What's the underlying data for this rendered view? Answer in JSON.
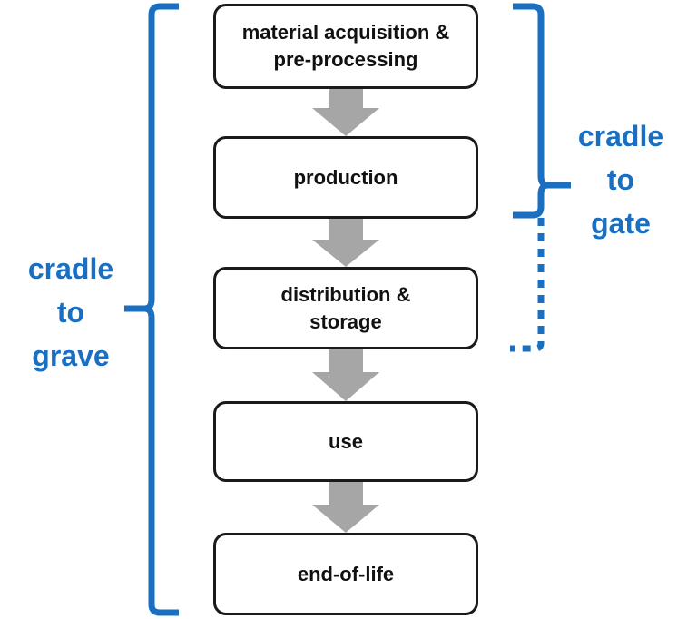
{
  "stages": [
    {
      "line1": "material acquisition &",
      "line2": "pre-processing"
    },
    {
      "line1": "production",
      "line2": ""
    },
    {
      "line1": "distribution &",
      "line2": "storage"
    },
    {
      "line1": "use",
      "line2": ""
    },
    {
      "line1": "end-of-life",
      "line2": ""
    }
  ],
  "brackets": {
    "cradle_to_gate": "cradle\nto\ngate",
    "cradle_to_grave": "cradle\nto\ngrave"
  },
  "colors": {
    "bracket": "#1a6fc1",
    "arrow": "#a6a6a6",
    "box_border": "#1a1a1a"
  }
}
